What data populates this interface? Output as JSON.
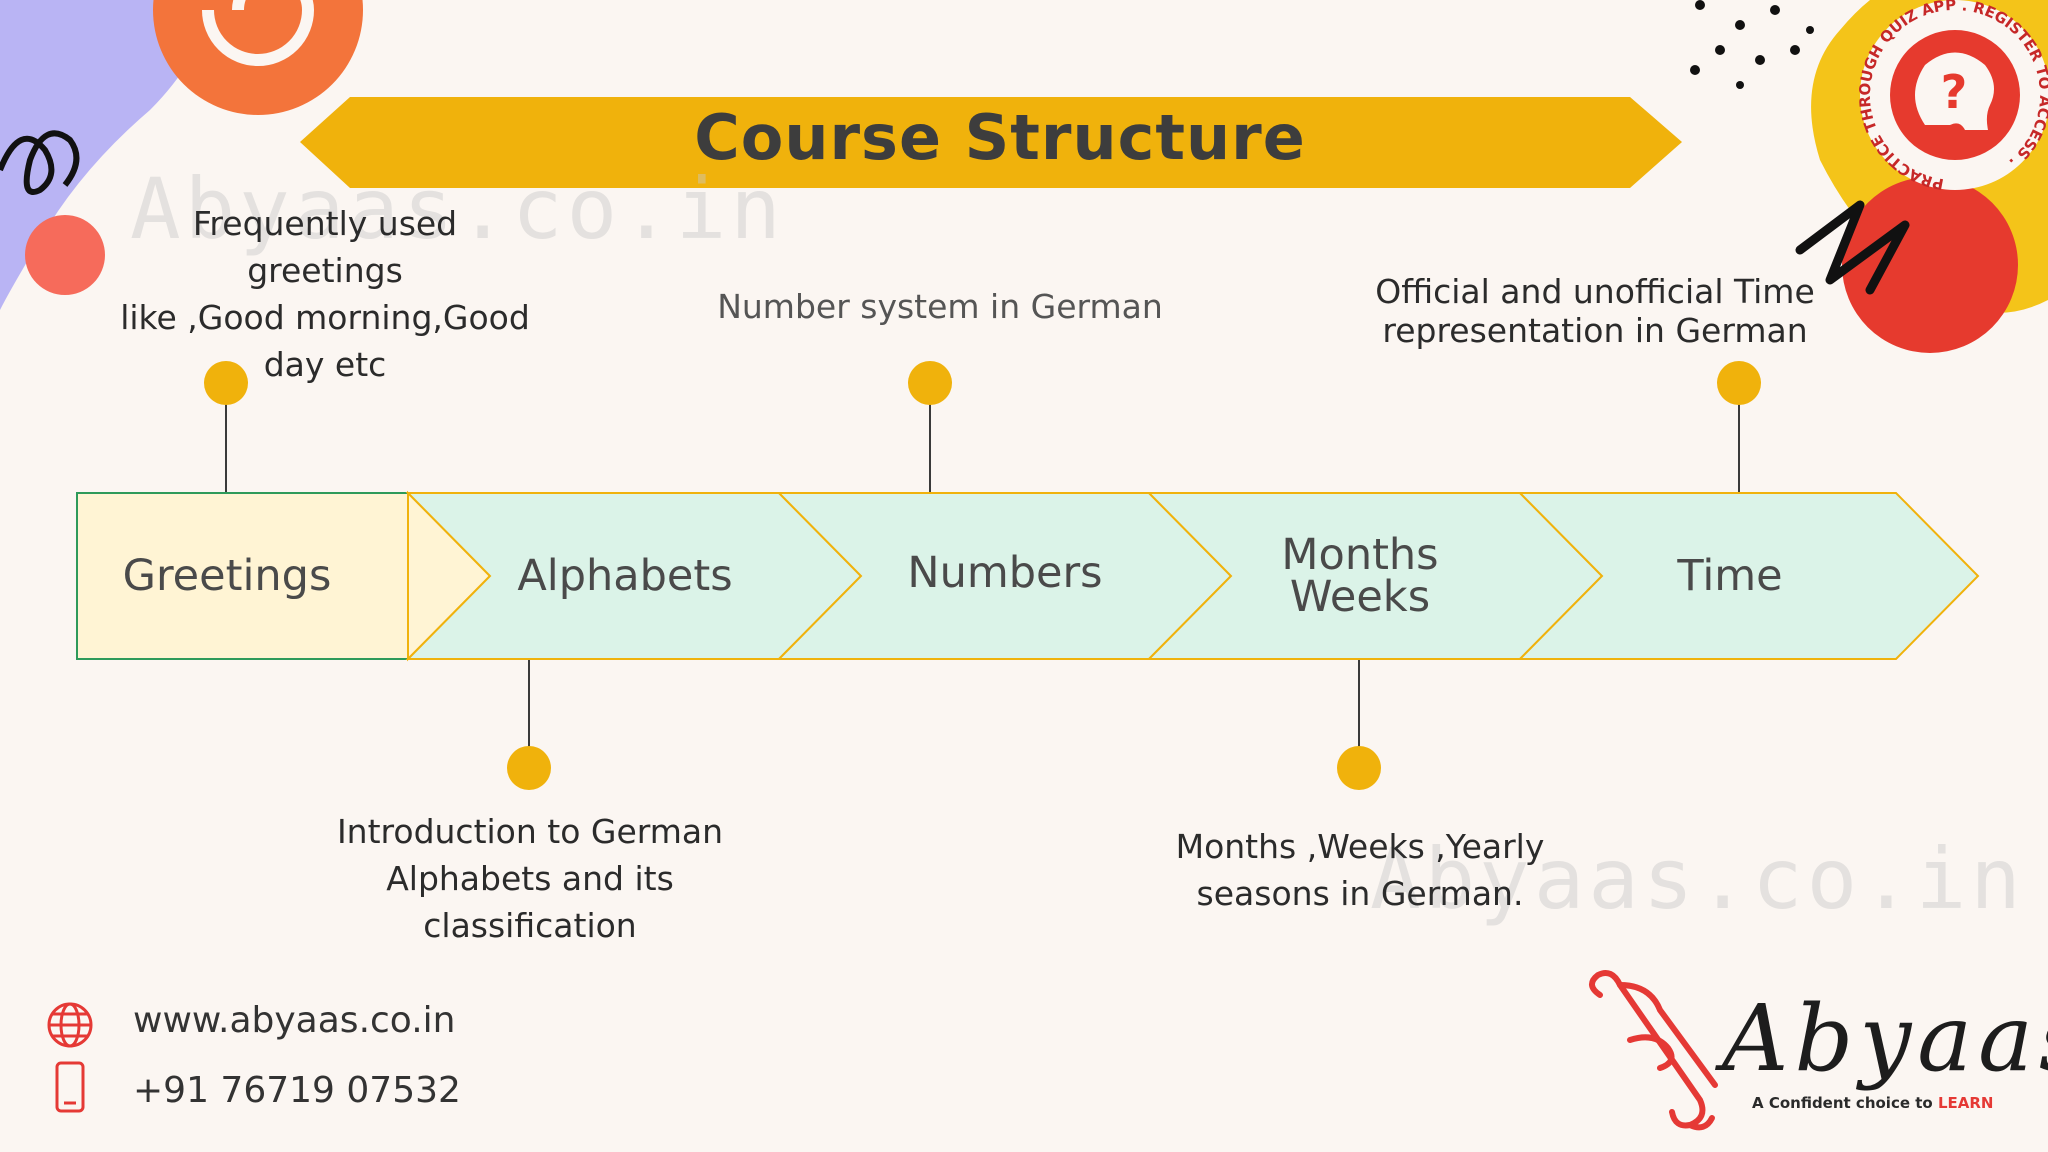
{
  "title": "Course Structure",
  "watermark": "Abyaas.co.in",
  "steps": [
    {
      "label": "Greetings"
    },
    {
      "label": "Alphabets"
    },
    {
      "label": "Numbers"
    },
    {
      "label_line1": "Months",
      "label_line2": "Weeks"
    },
    {
      "label": "Time"
    }
  ],
  "descriptions": {
    "greetings": [
      "Frequently used greetings",
      "like ,Good morning,Good",
      "day etc"
    ],
    "alphabets": [
      "Introduction to German",
      "Alphabets and its",
      "classification"
    ],
    "numbers": [
      "Number system in German"
    ],
    "months": [
      "Months ,Weeks ,Yearly",
      "seasons in German."
    ],
    "time": [
      "Official and unofficial Time",
      "representation in German"
    ]
  },
  "contact": {
    "website": "www.abyaas.co.in",
    "phone": "+91 76719 07532"
  },
  "badge_text": "PRACTICE THROUGH QUIZ APP . REGISTER TO ACCESS .",
  "brand": {
    "name": "Abyaas",
    "tagline_prefix": "A Confident choice to ",
    "tagline_accent": "LEARN"
  },
  "colors": {
    "banner": "#f0b20c",
    "dot": "#f0b20c",
    "chevron_first": "#fff4d4",
    "chevron_rest": "#dbf3e8",
    "accent_red": "#e53935"
  }
}
